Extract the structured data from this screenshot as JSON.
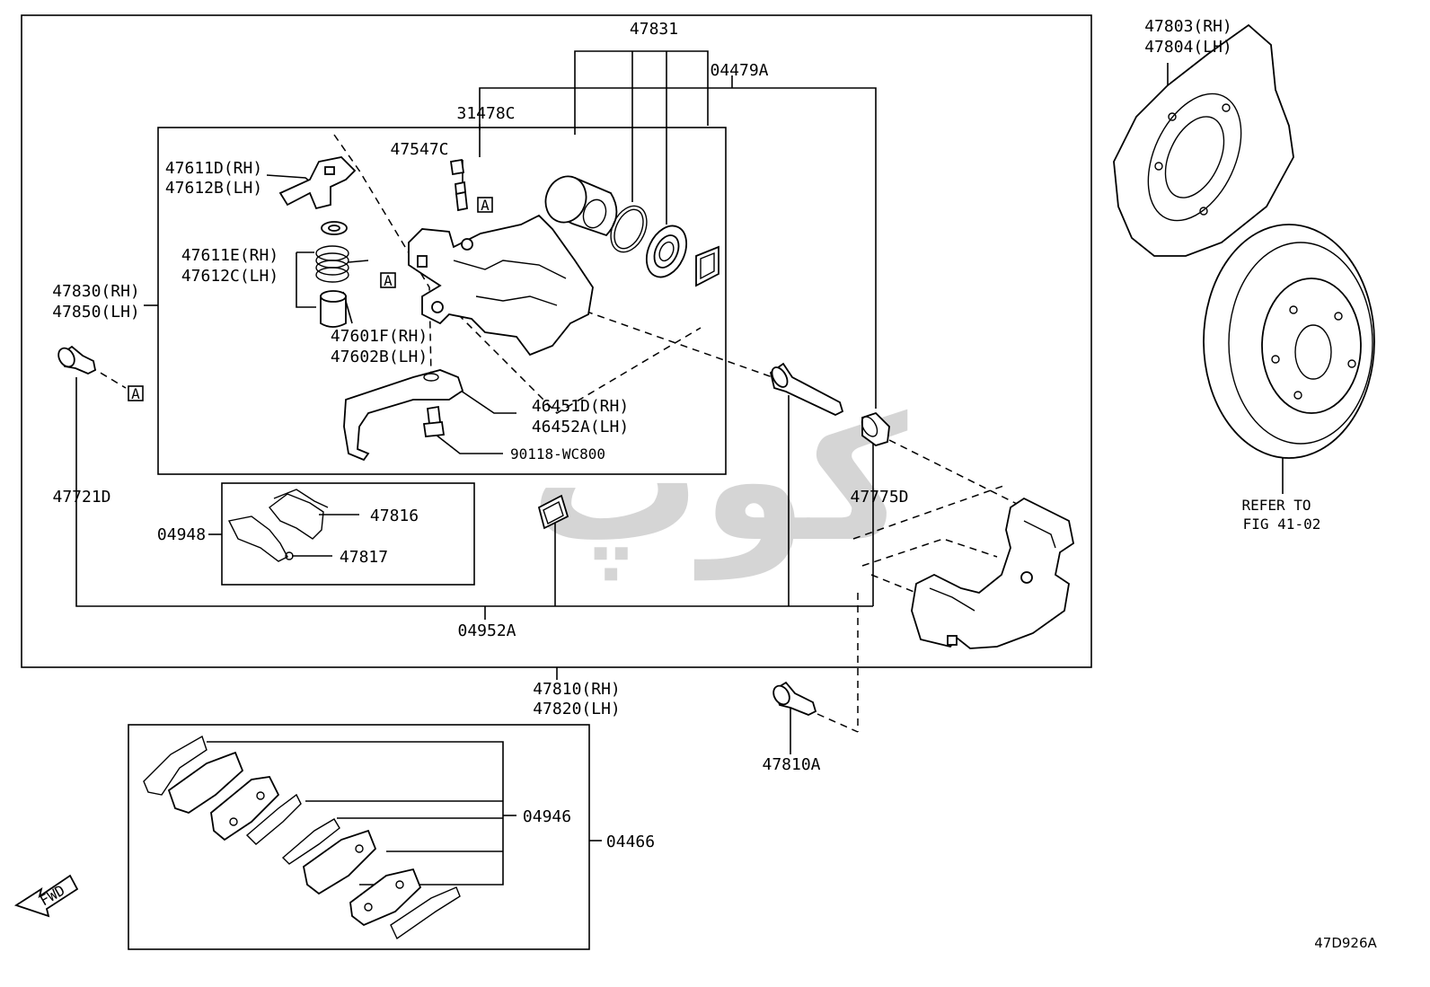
{
  "diagram": {
    "figure_code": "47D926A",
    "direction_marker": "FWD",
    "ref_marker": "A",
    "watermark_text": "کوپ",
    "labels": {
      "p47831": "47831",
      "p04479A": "04479A",
      "p31478C": "31478C",
      "p47547C": "47547C",
      "p47611D": "47611D(RH)",
      "p47612B": "47612B(LH)",
      "p47611E": "47611E(RH)",
      "p47612C": "47612C(LH)",
      "p47601F": "47601F(RH)",
      "p47602B": "47602B(LH)",
      "p47830": "47830(RH)",
      "p47850": "47850(LH)",
      "p46451D": "46451D(RH)",
      "p46452A": "46452A(LH)",
      "p90118": "90118-WC800",
      "p47721D": "47721D",
      "p47816": "47816",
      "p47817": "47817",
      "p04948": "04948",
      "p04952A": "04952A",
      "p47775D": "47775D",
      "p47810": "47810(RH)",
      "p47820": "47820(LH)",
      "p47810A": "47810A",
      "p47803": "47803(RH)",
      "p47804": "47804(LH)",
      "refer1": "REFER TO",
      "refer2": "FIG 41-02",
      "p04946": "04946",
      "p04466": "04466"
    },
    "colors": {
      "line": "#000000",
      "background": "#ffffff",
      "watermark": "#c8c8c8"
    }
  }
}
